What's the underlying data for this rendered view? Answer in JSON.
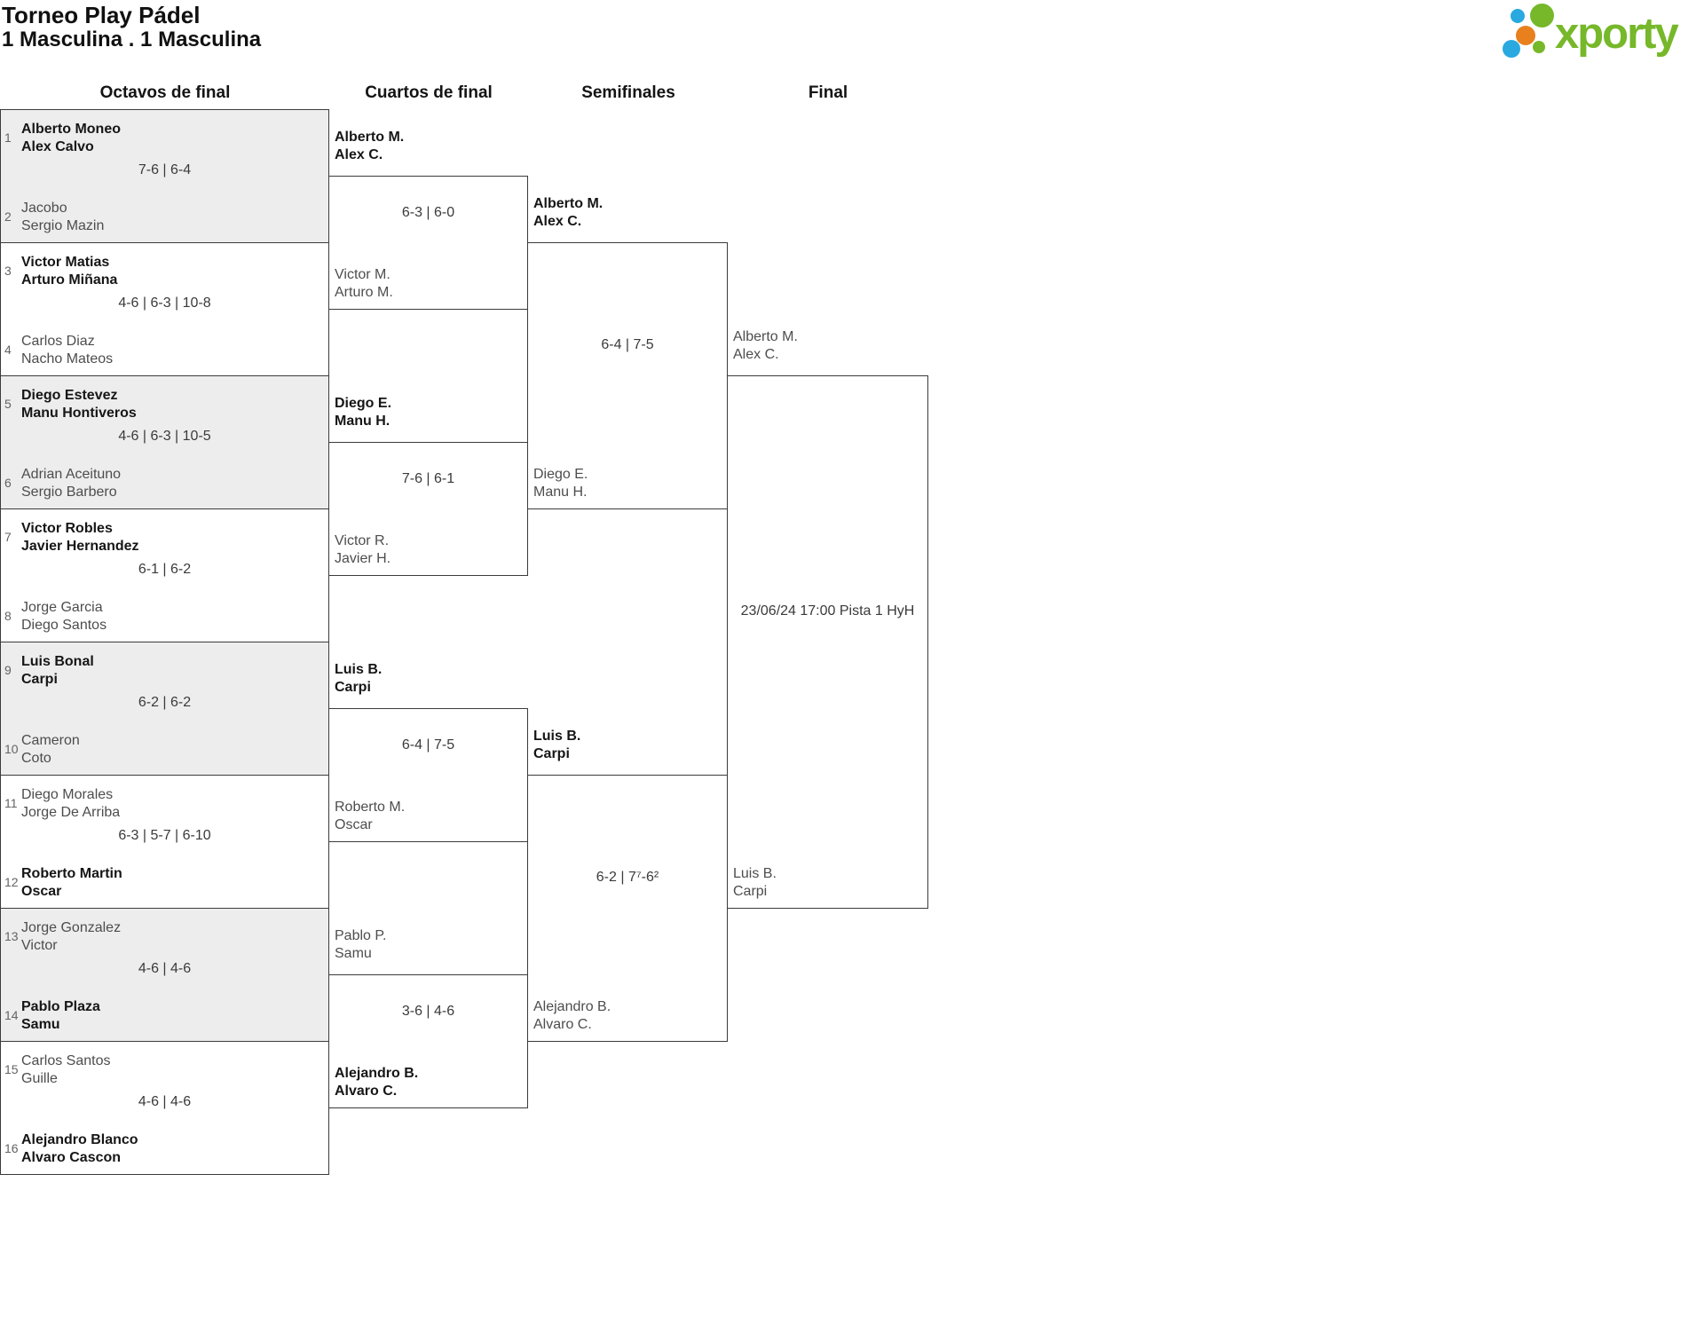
{
  "header": {
    "title": "Torneo Play Pádel",
    "subtitle": "1 Masculina . 1 Masculina",
    "logo_text": "xporty"
  },
  "rounds": [
    "Octavos de final",
    "Cuartos de final",
    "Semifinales",
    "Final"
  ],
  "bracket": {
    "octavos": [
      {
        "seed1": "1",
        "team1": [
          "Alberto Moneo",
          "Alex Calvo"
        ],
        "seed2": "2",
        "team2": [
          "Jacobo",
          "Sergio Mazin"
        ],
        "score": "7-6 | 6-4",
        "winner": "team1"
      },
      {
        "seed1": "3",
        "team1": [
          "Victor Matias",
          "Arturo Miñana"
        ],
        "seed2": "4",
        "team2": [
          "Carlos Diaz",
          "Nacho Mateos"
        ],
        "score": "4-6 | 6-3 | 10-8",
        "winner": "team1"
      },
      {
        "seed1": "5",
        "team1": [
          "Diego Estevez",
          "Manu Hontiveros"
        ],
        "seed2": "6",
        "team2": [
          "Adrian Aceituno",
          "Sergio Barbero"
        ],
        "score": "4-6 | 6-3 | 10-5",
        "winner": "team1"
      },
      {
        "seed1": "7",
        "team1": [
          "Victor Robles",
          "Javier Hernandez"
        ],
        "seed2": "8",
        "team2": [
          "Jorge Garcia",
          "Diego Santos"
        ],
        "score": "6-1 | 6-2",
        "winner": "team1"
      },
      {
        "seed1": "9",
        "team1": [
          "Luis Bonal",
          "Carpi"
        ],
        "seed2": "10",
        "team2": [
          "Cameron",
          "Coto"
        ],
        "score": "6-2 | 6-2",
        "winner": "team1"
      },
      {
        "seed1": "11",
        "team1": [
          "Diego Morales",
          "Jorge De Arriba"
        ],
        "seed2": "12",
        "team2": [
          "Roberto Martin",
          "Oscar"
        ],
        "score": "6-3 | 5-7 | 6-10",
        "winner": "team2"
      },
      {
        "seed1": "13",
        "team1": [
          "Jorge Gonzalez",
          "Victor"
        ],
        "seed2": "14",
        "team2": [
          "Pablo Plaza",
          "Samu"
        ],
        "score": "4-6 | 4-6",
        "winner": "team2"
      },
      {
        "seed1": "15",
        "team1": [
          "Carlos Santos",
          "Guille"
        ],
        "seed2": "16",
        "team2": [
          "Alejandro Blanco",
          "Alvaro Cascon"
        ],
        "score": "4-6 | 4-6",
        "winner": "team2"
      }
    ],
    "cuartos": [
      {
        "team1": [
          "Alberto M.",
          "Alex C."
        ],
        "team2": [
          "Victor M.",
          "Arturo M."
        ],
        "score": "6-3 | 6-0",
        "winner": "team1"
      },
      {
        "team1": [
          "Diego E.",
          "Manu H."
        ],
        "team2": [
          "Victor R.",
          "Javier H."
        ],
        "score": "7-6 | 6-1",
        "winner": "team1"
      },
      {
        "team1": [
          "Luis B.",
          "Carpi"
        ],
        "team2": [
          "Roberto M.",
          "Oscar"
        ],
        "score": "6-4 | 7-5",
        "winner": "team1"
      },
      {
        "team1": [
          "Pablo P.",
          "Samu"
        ],
        "team2": [
          "Alejandro B.",
          "Alvaro C."
        ],
        "score": "3-6 | 4-6",
        "winner": "team2"
      }
    ],
    "semifinales": [
      {
        "team1": [
          "Alberto M.",
          "Alex C."
        ],
        "team2": [
          "Diego E.",
          "Manu H."
        ],
        "score": "6-4 | 7-5",
        "winner": "team1"
      },
      {
        "team1": [
          "Luis B.",
          "Carpi"
        ],
        "team2": [
          "Alejandro B.",
          "Alvaro C."
        ],
        "score": "6-2 | 7⁷-6²",
        "winner": "team1"
      }
    ],
    "final": {
      "team1": [
        "Alberto M.",
        "Alex C."
      ],
      "team2": [
        "Luis B.",
        "Carpi"
      ],
      "schedule": "23/06/24 17:00 Pista 1 HyH"
    }
  },
  "colors": {
    "brand_green": "#76b82a",
    "brand_blue": "#29a9e0",
    "brand_orange": "#e8801e",
    "box_gray": "#ededed",
    "line": "#3b3b3b"
  }
}
